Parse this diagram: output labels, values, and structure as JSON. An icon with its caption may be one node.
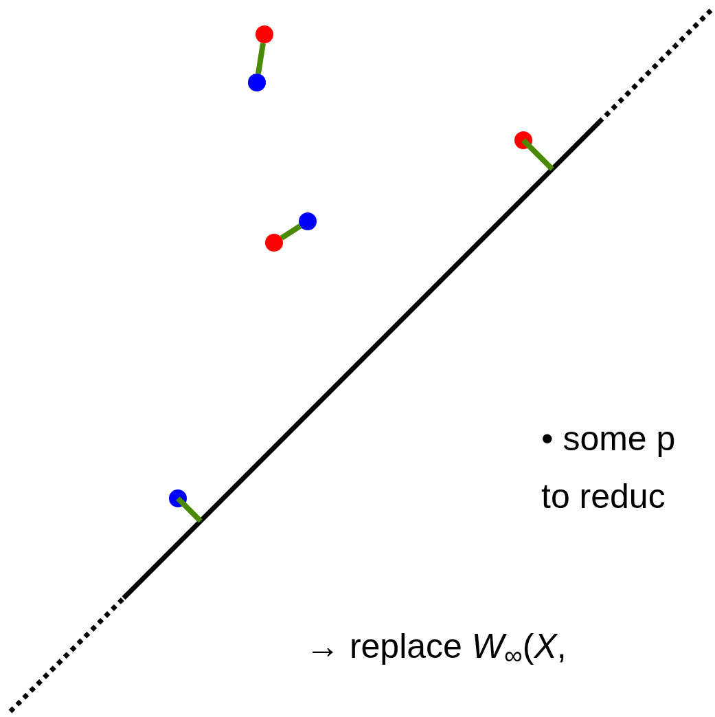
{
  "diagram": {
    "nodes": [
      {
        "text": [],
        "shape": "circle"
      },
      {
        "text": [],
        "shape": "circle"
      },
      {
        "text": [],
        "shape": "circle"
      },
      {
        "text": [],
        "shape": "circle"
      },
      {
        "text": [],
        "shape": "circle"
      },
      {
        "text": [],
        "shape": "circle"
      }
    ],
    "edges": [
      {
        "from": 0,
        "to": 1,
        "arrow": "none"
      },
      {
        "from": 3,
        "to": 2,
        "arrow": "none"
      },
      {
        "from": 4,
        "to": null,
        "arrow": "none"
      },
      {
        "from": 5,
        "to": null,
        "arrow": "none"
      }
    ],
    "labels": [
      "• some p",
      "to reduc",
      "→ replace *W*$_{∞}$(*X*,"
    ]
  }
}
